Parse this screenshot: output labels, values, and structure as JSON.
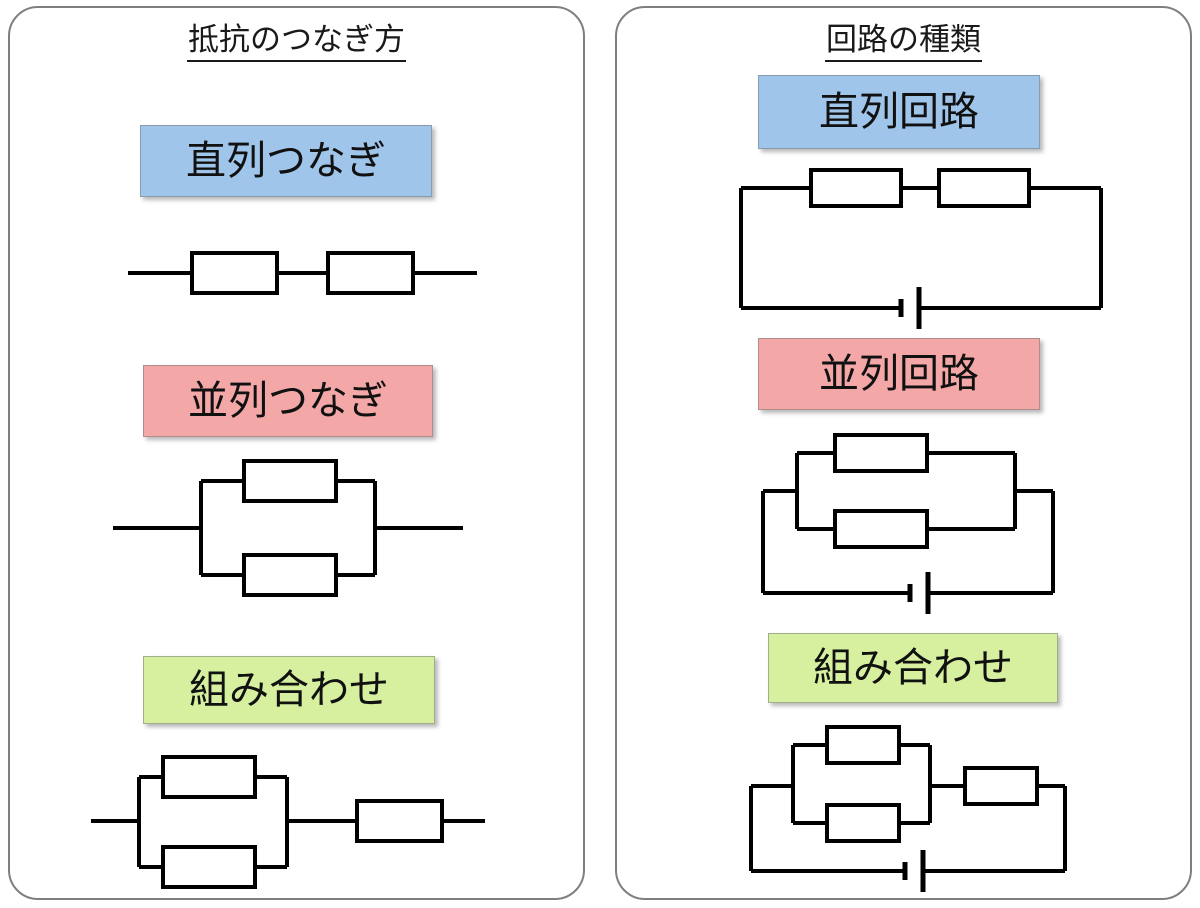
{
  "panels": [
    {
      "id": "resistor-connections",
      "title": "抵抗のつなぎ方",
      "sections": [
        {
          "label": "直列つなぎ",
          "color": "#9fc5eb",
          "diagram": "series-resistors"
        },
        {
          "label": "並列つなぎ",
          "color": "#f4a7a7",
          "diagram": "parallel-resistors"
        },
        {
          "label": "組み合わせ",
          "color": "#d6f0a0",
          "diagram": "combination-resistors"
        }
      ]
    },
    {
      "id": "circuit-types",
      "title": "回路の種類",
      "sections": [
        {
          "label": "直列回路",
          "color": "#9fc5eb",
          "diagram": "series-circuit"
        },
        {
          "label": "並列回路",
          "color": "#f4a7a7",
          "diagram": "parallel-circuit"
        },
        {
          "label": "組み合わせ",
          "color": "#d6f0a0",
          "diagram": "combination-circuit"
        }
      ]
    }
  ],
  "colors": {
    "blue": "#9fc5eb",
    "pink": "#f4a7a7",
    "green": "#d6f0a0",
    "panel_border": "#7f7f7f",
    "line": "#000000",
    "text": "#111111"
  },
  "icons": {
    "resistor": "resistor-symbol",
    "battery": "battery-symbol",
    "wire": "wire-line"
  }
}
